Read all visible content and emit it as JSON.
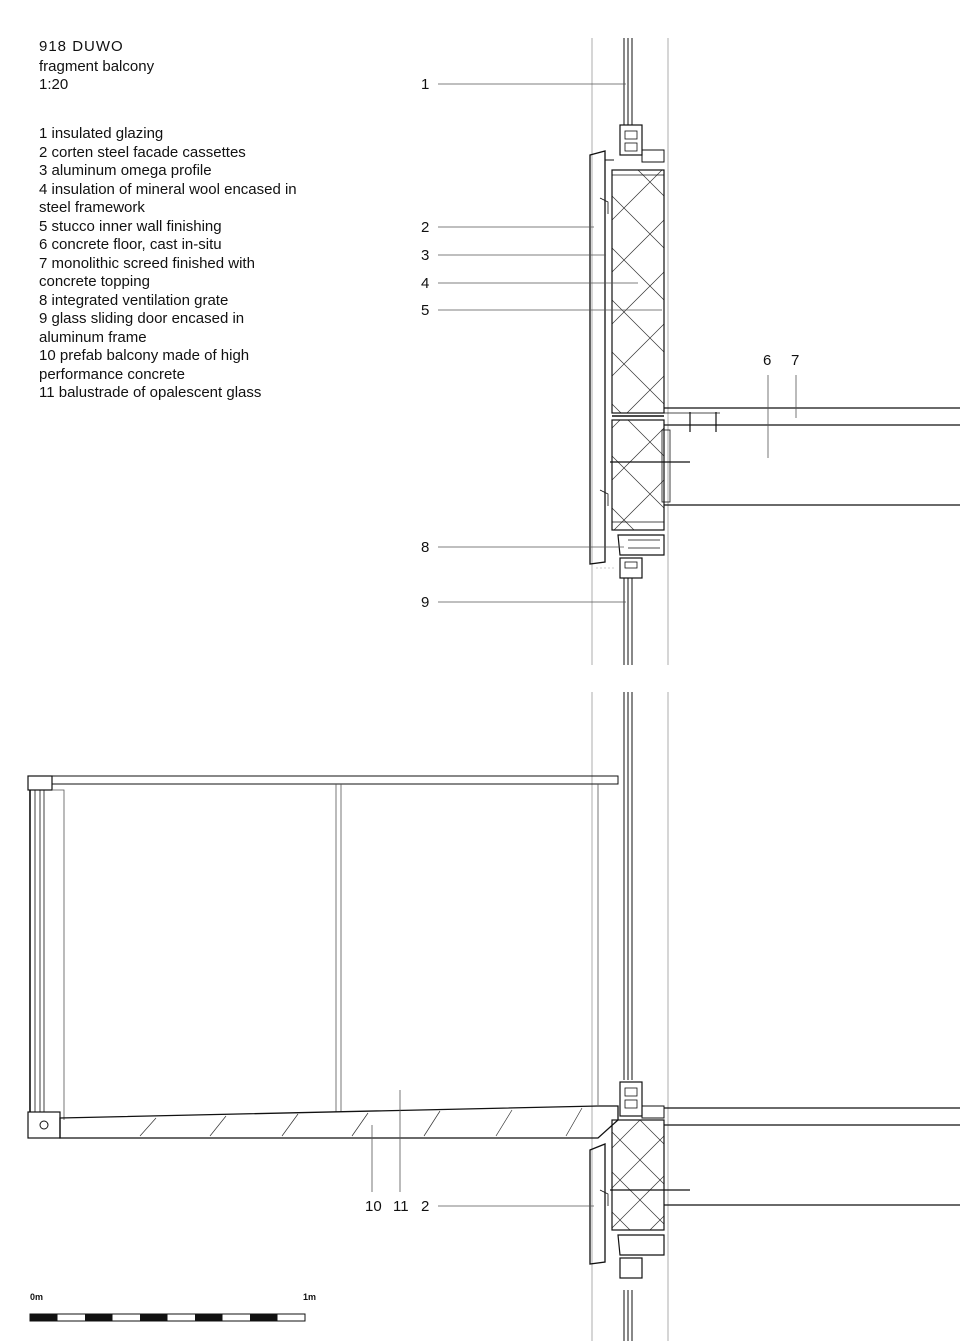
{
  "header": {
    "title": "918  DUWO",
    "subtitle": "fragment balcony",
    "scale": "1:20"
  },
  "legend": [
    {
      "text": "1 insulated glazing"
    },
    {
      "text": "2 corten steel facade cassettes"
    },
    {
      "text": "3 aluminum omega profile"
    },
    {
      "text": "4 insulation of mineral wool encased in steel framework"
    },
    {
      "text": "5 stucco inner wall finishing"
    },
    {
      "text": "6 concrete floor, cast in-situ"
    },
    {
      "text": "7 monolithic screed finished with concrete topping"
    },
    {
      "text": "8  integrated ventilation grate"
    },
    {
      "text": "9 glass sliding door encased in aluminum frame"
    },
    {
      "text": "10 prefab balcony made of high performance concrete"
    },
    {
      "text": "11 balustrade of opalescent glass"
    }
  ],
  "callouts_top": [
    "1",
    "2",
    "3",
    "4",
    "5",
    "6",
    "7",
    "8",
    "9"
  ],
  "callouts_bottom": [
    "10",
    "11",
    "2"
  ],
  "scalebar": {
    "start": "0m",
    "end": "1m"
  },
  "colors": {
    "line": "#111111",
    "thin": "#555555",
    "light": "#9a9a9a"
  }
}
